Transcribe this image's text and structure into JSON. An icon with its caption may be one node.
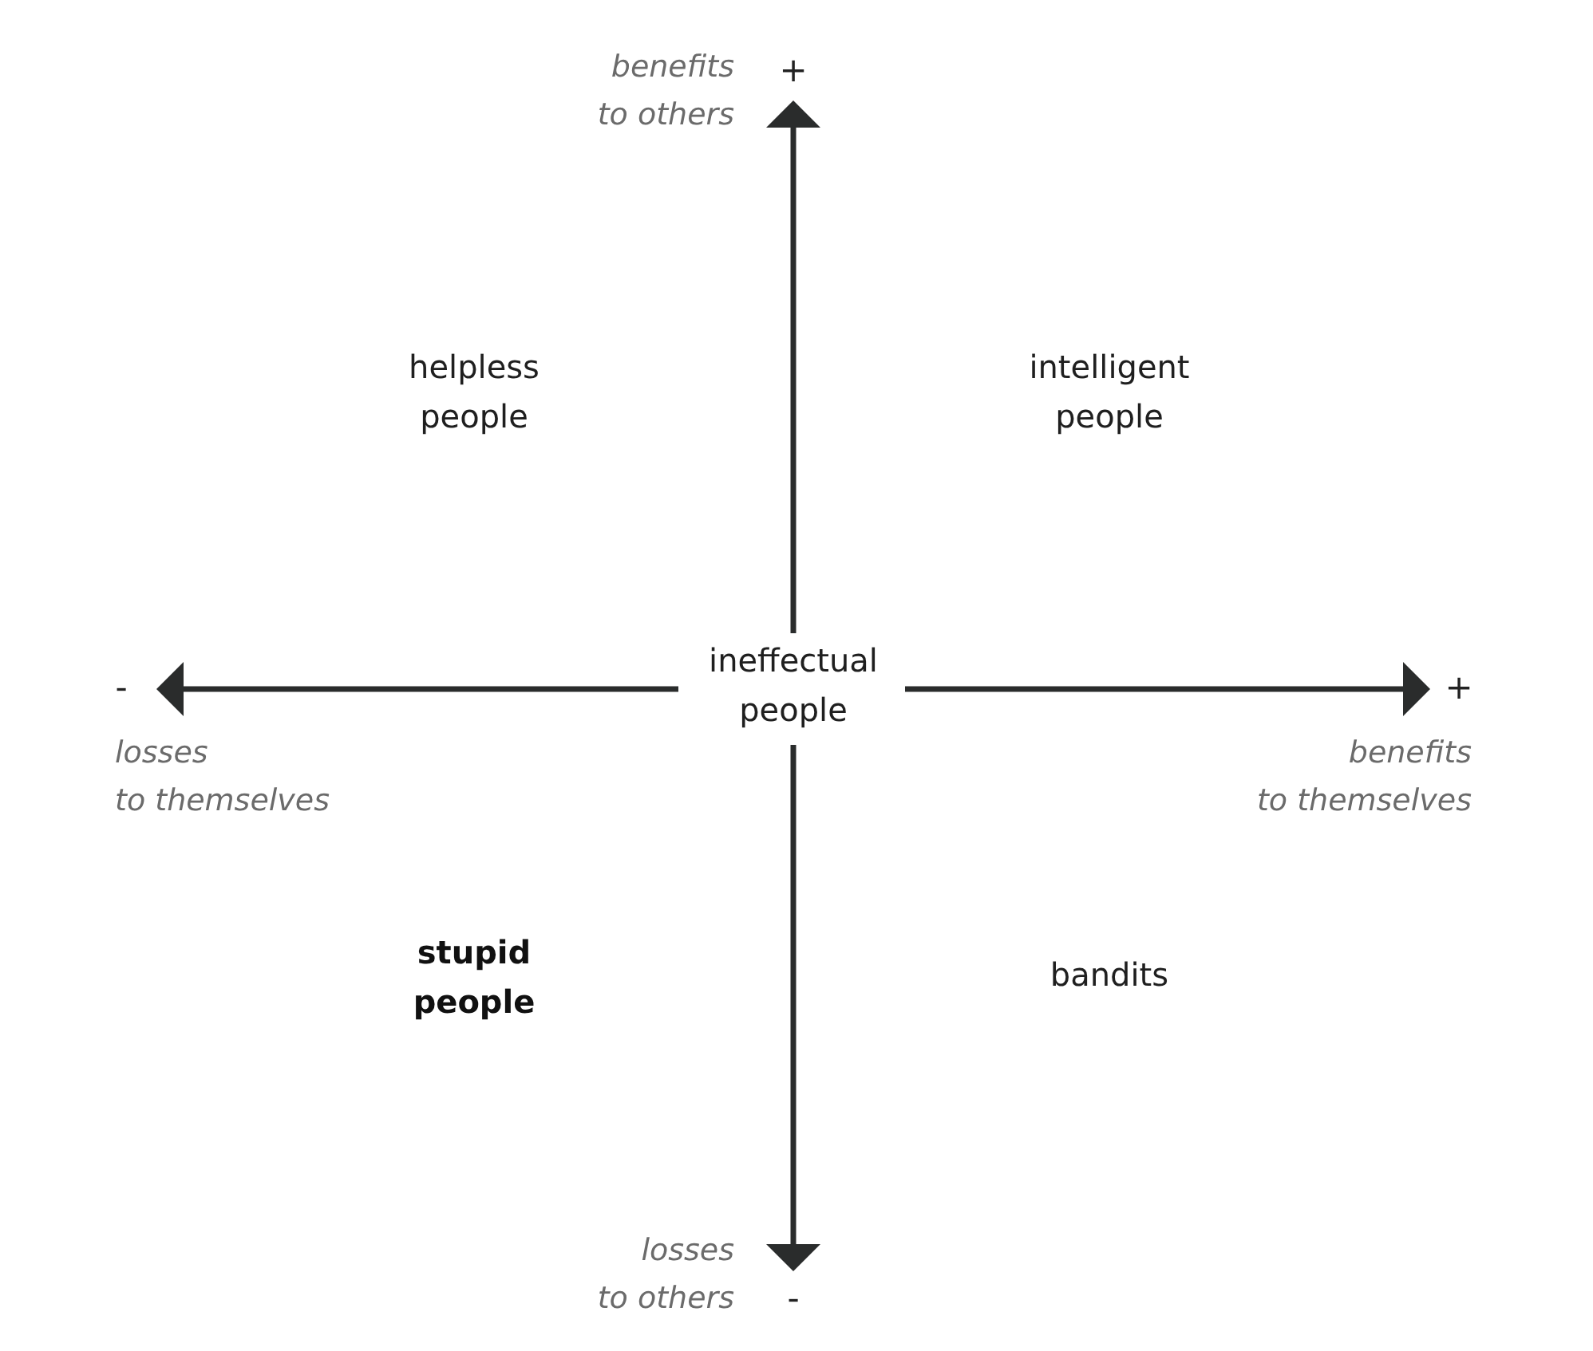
{
  "diagram": {
    "labels": [
      "benefits to others",
      "+",
      "helpless people",
      "intelligent people",
      "-",
      "ineffectual people",
      "+",
      "losses to themselves",
      "benefits to themselves",
      "stupid people",
      "bandits",
      "losses to others",
      "-"
    ]
  }
}
